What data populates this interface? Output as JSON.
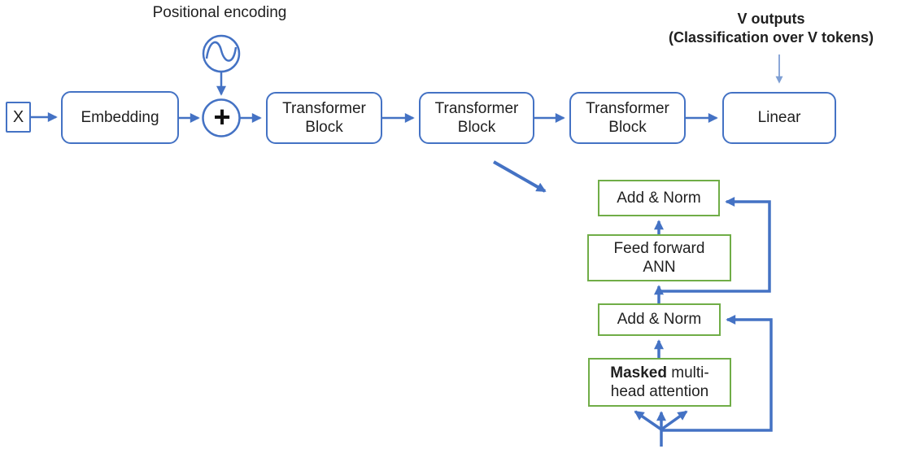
{
  "colors": {
    "blue": "#4472C4",
    "green": "#70AD47",
    "light_blue": "#7F9FD4",
    "text": "#1f1f1f"
  },
  "labels": {
    "positional_encoding": "Positional encoding",
    "v_outputs_line1": "V outputs",
    "v_outputs_line2": "(Classification over V tokens)"
  },
  "pipeline": {
    "input": "X",
    "embedding": "Embedding",
    "plus": "+",
    "transformer_block": "Transformer Block",
    "linear": "Linear"
  },
  "transformer_detail": {
    "add_norm_top": "Add & Norm",
    "feed_forward_line1": "Feed forward",
    "feed_forward_line2": "ANN",
    "add_norm_bottom": "Add & Norm",
    "masked_attention_bold": "Masked",
    "masked_attention_line1_rest": " multi-",
    "masked_attention_line2": "head attention"
  }
}
